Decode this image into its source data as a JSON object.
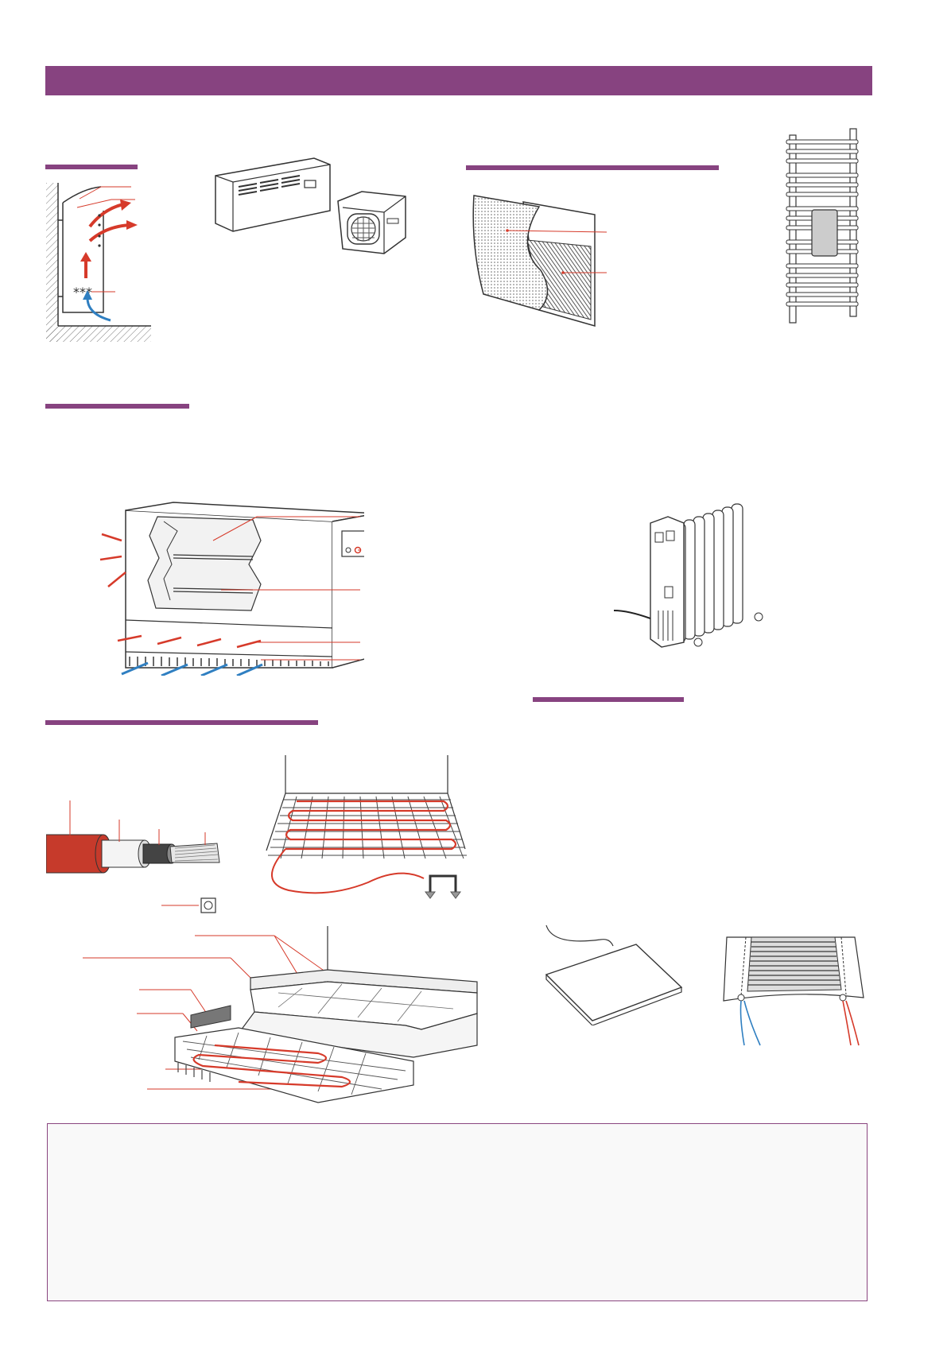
{
  "colors": {
    "accent": "#874380",
    "red": "#d63a2a",
    "blue": "#2f7fc1",
    "line": "#333333",
    "box_bg": "#f9f9f9"
  },
  "banner": {
    "title": ""
  },
  "sections": [
    {
      "name": "convector",
      "heading": ""
    },
    {
      "name": "radiant-panel",
      "heading": ""
    },
    {
      "name": "storage-heater",
      "heading": ""
    },
    {
      "name": "underfloor-heating",
      "heading": ""
    },
    {
      "name": "radiant-ceiling",
      "heading": ""
    }
  ]
}
